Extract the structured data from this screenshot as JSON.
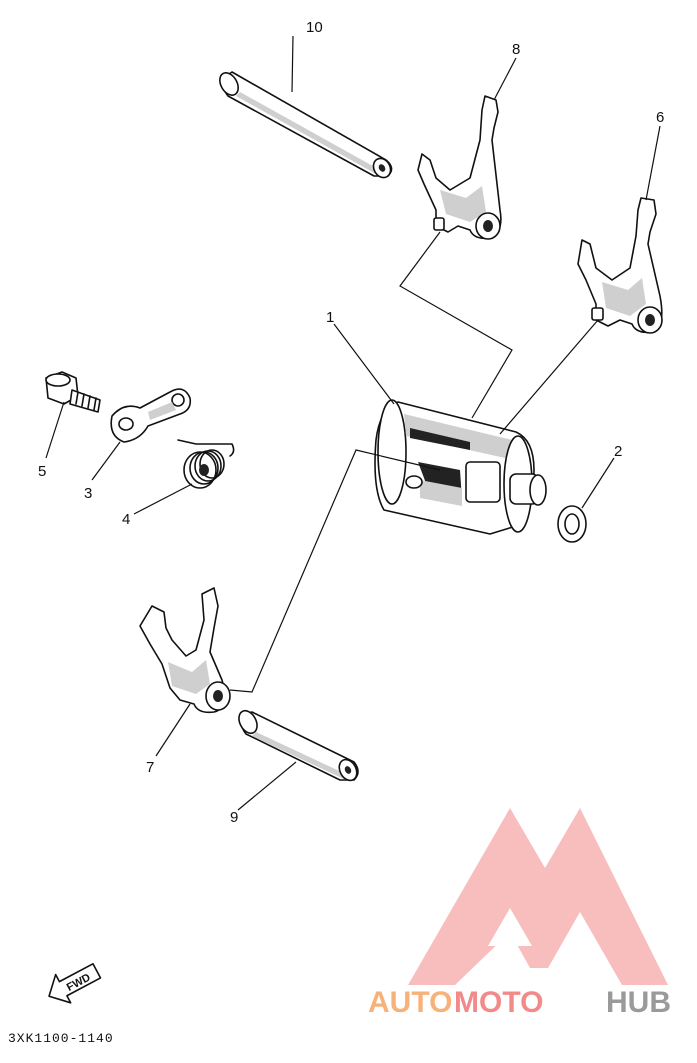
{
  "diagram": {
    "callouts": [
      "1",
      "2",
      "3",
      "4",
      "5",
      "6",
      "7",
      "8",
      "9",
      "10"
    ],
    "diagram_code": "3XK1100-1140",
    "fwd_label": "FWD"
  },
  "watermark": {
    "brand_part_1": "AUTO",
    "brand_part_2": "MOTO",
    "brand_part_3": "HUB",
    "colors": {
      "auto": "#f7b27a",
      "moto": "#f28a8a",
      "hub": "#9a9a9a",
      "triangle": "#f28a8a"
    }
  }
}
